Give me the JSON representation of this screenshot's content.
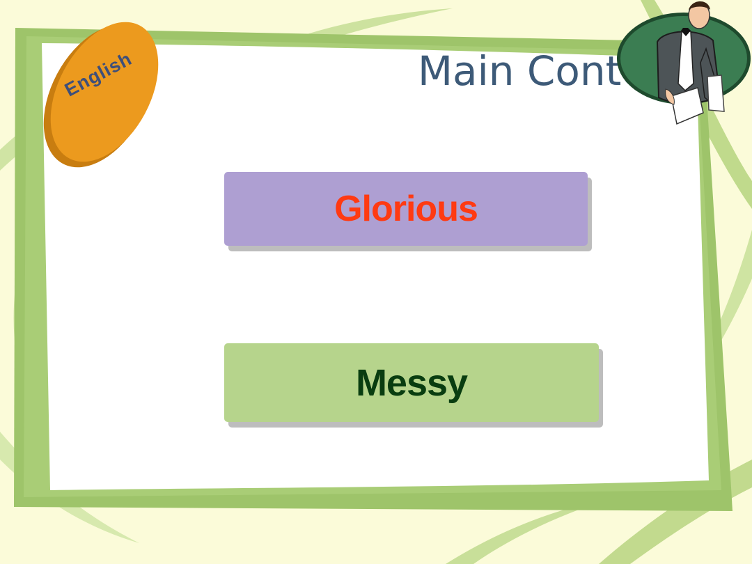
{
  "slide": {
    "title": "Main Content",
    "badge_label": "English",
    "cards": [
      {
        "label": "Glorious"
      },
      {
        "label": "Messy"
      }
    ]
  },
  "colors": {
    "background": "#fbfbd9",
    "frame_green": "#9ec46a",
    "badge_orange": "#ec9a1e",
    "title_text": "#3d5a78",
    "card_1_fill": "#ae9fd2",
    "card_1_text": "#ff3a12",
    "card_2_fill": "#b6d48c",
    "card_2_text": "#093d10"
  },
  "icons": {
    "waiter": "waiter-clipart",
    "badge": "orange-disc"
  }
}
